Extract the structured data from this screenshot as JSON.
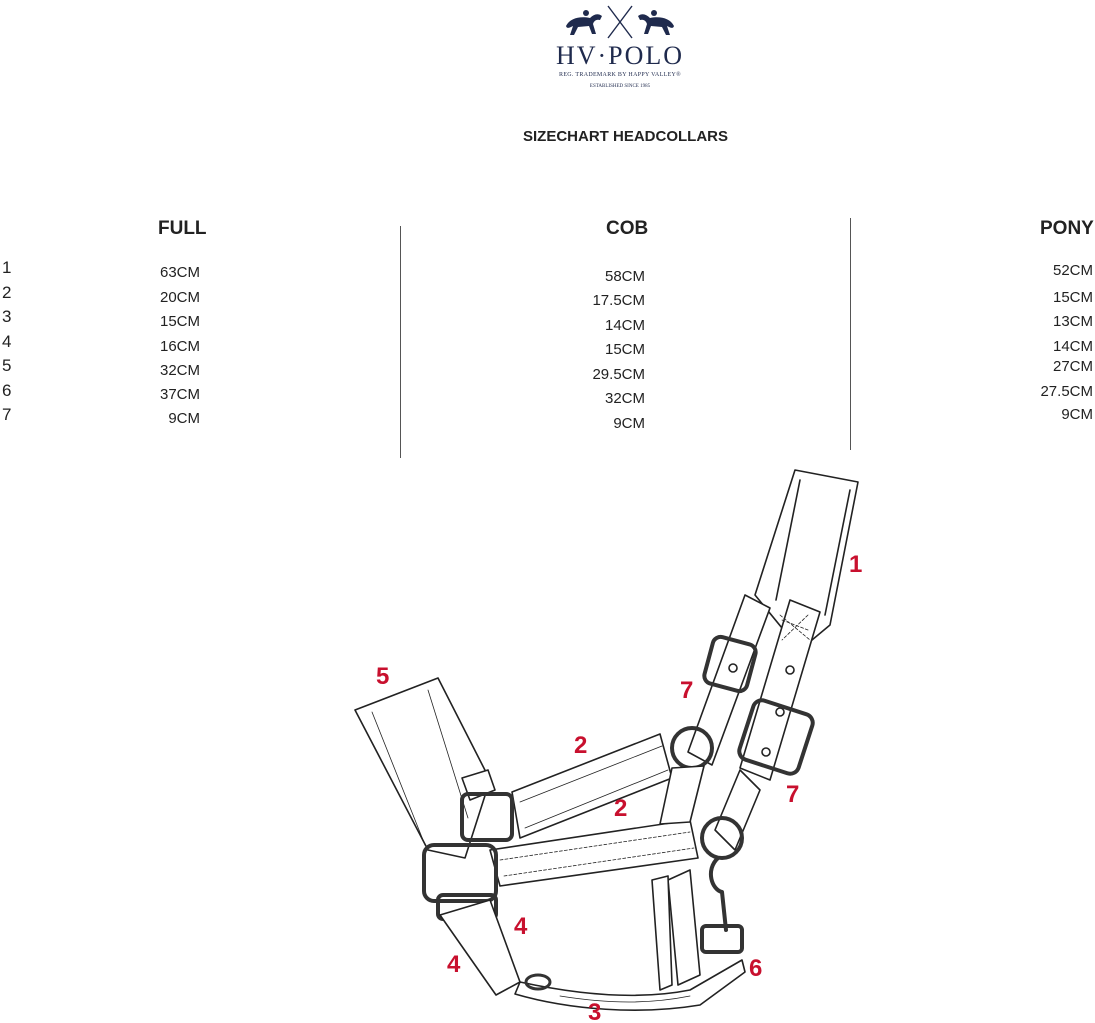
{
  "logo": {
    "brand": "HV·POLO",
    "registered": "REG. TRADEMARK BY HAPPY VALLEY®",
    "established": "ESTABLISHED SINCE 1985"
  },
  "title": "SIZECHART HEADCOLLARS",
  "row_numbers": [
    "1",
    "2",
    "3",
    "4",
    "5",
    "6",
    "7"
  ],
  "columns": [
    {
      "header": "FULL",
      "values": [
        "63CM",
        "20CM",
        "15CM",
        "16CM",
        "32CM",
        "37CM",
        "9CM"
      ]
    },
    {
      "header": "COB",
      "values": [
        "58CM",
        "17.5CM",
        "14CM",
        "15CM",
        "29.5CM",
        "32CM",
        "9CM"
      ]
    },
    {
      "header": "PONY",
      "values": [
        "52CM",
        "15CM",
        "13CM",
        "14CM",
        "27CM",
        "27.5CM",
        "9CM"
      ]
    }
  ],
  "diagram_callouts": [
    "1",
    "2",
    "2",
    "3",
    "4",
    "4",
    "5",
    "6",
    "7",
    "7"
  ]
}
